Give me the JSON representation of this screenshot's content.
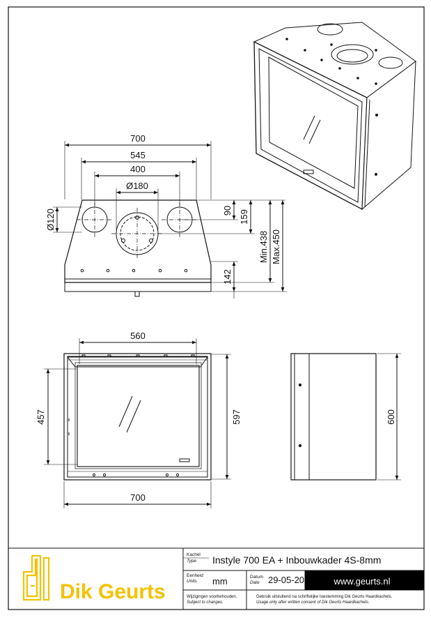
{
  "drawing": {
    "top_view": {
      "overall_width": "700",
      "frame_width": "545",
      "flue_spacing": "400",
      "center_diameter": "Ø180",
      "side_diameter": "Ø120",
      "depth_front": "90",
      "depth_center": "159",
      "depth_min": "Min.438",
      "depth_max": "Max.450",
      "bottom_depth": "142"
    },
    "front_view": {
      "glass_width": "560",
      "glass_height": "457",
      "overall_height": "597",
      "overall_width": "700"
    },
    "side_view": {
      "height": "600"
    }
  },
  "title_block": {
    "type_label": "Kachel",
    "type_label_en": "Type",
    "type_value": "Instyle 700 EA + Inbouwkader 4S-8mm",
    "units_label": "Eenheid",
    "units_label_en": "Units",
    "units_value": "mm",
    "date_label": "Datum",
    "date_label_en": "Date",
    "date_value": "29-05-20",
    "website": "www.geurts.nl",
    "changes_note_nl": "Wijzigingen voorbehouden.",
    "changes_note_en": "Subject to changes.",
    "consent_note_nl": "Gebruik uitsluitend na schriftelijke toestemming Dik Geurts Haardkachels.",
    "consent_note_en": "Usage only after written consent of Dik Geurts Haardkachels.",
    "brand": "Dik Geurts"
  },
  "colors": {
    "line": "#111111",
    "brand_yellow": "#f2c200",
    "website_bg": "#000000"
  }
}
